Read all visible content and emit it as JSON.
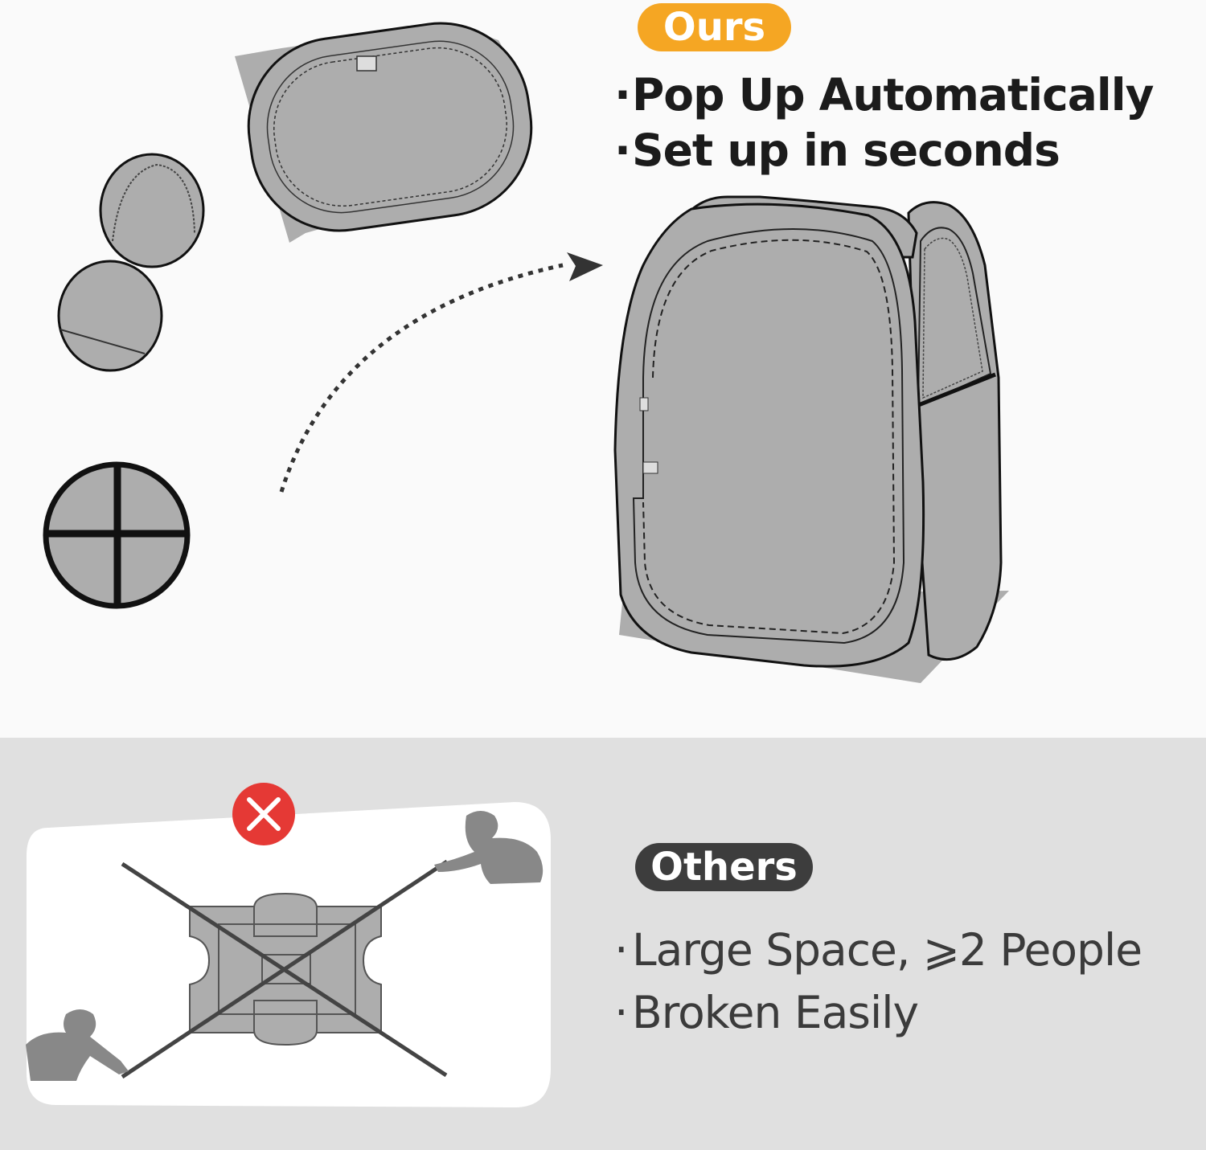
{
  "ours": {
    "badge": "Ours",
    "features": [
      "Pop Up Automatically",
      "Set up in seconds"
    ]
  },
  "others": {
    "badge": "Others",
    "features": [
      "Large Space, ⩾2 People",
      "Broken Easily"
    ]
  },
  "bullet": "·",
  "colors": {
    "ours_badge": "#f5a623",
    "others_badge": "#3d3d3d",
    "x_mark": "#e53935",
    "tent_fill": "#adadad",
    "bottom_bg": "#e0e0e0"
  },
  "icons": [
    "folded-tent-icon",
    "arrow-icon",
    "popup-tent-icon",
    "x-mark-icon",
    "assembly-people-icon"
  ]
}
